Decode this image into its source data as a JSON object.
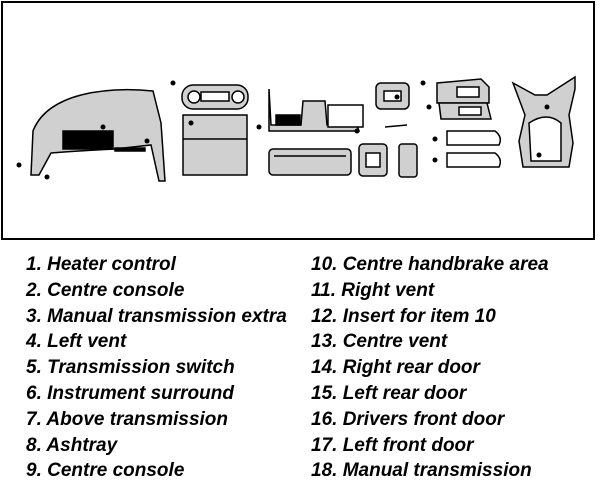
{
  "diagram": {
    "parts": [
      "instrument-surround",
      "heater-control",
      "centre-console",
      "manual-transmission",
      "ashtray",
      "transmission-switch",
      "above-transmission",
      "insert",
      "vents",
      "door-panels",
      "centre-handbrake-area"
    ]
  },
  "legend": {
    "left": [
      "1. Heater control",
      "2. Centre console",
      "3. Manual transmission extra",
      "4. Left vent",
      "5. Transmission switch",
      "6. Instrument surround",
      "7. Above transmission",
      "8. Ashtray",
      "9. Centre console"
    ],
    "right": [
      "10. Centre handbrake area",
      "11. Right vent",
      "12. Insert for item 10",
      "13. Centre vent",
      "14. Right rear door",
      "15. Left rear door",
      "16. Drivers front door",
      "17. Left front door",
      "18. Manual transmission"
    ]
  },
  "colors": {
    "ink": "#000000",
    "paper": "#ffffff",
    "trim": "#d0d0d0"
  }
}
